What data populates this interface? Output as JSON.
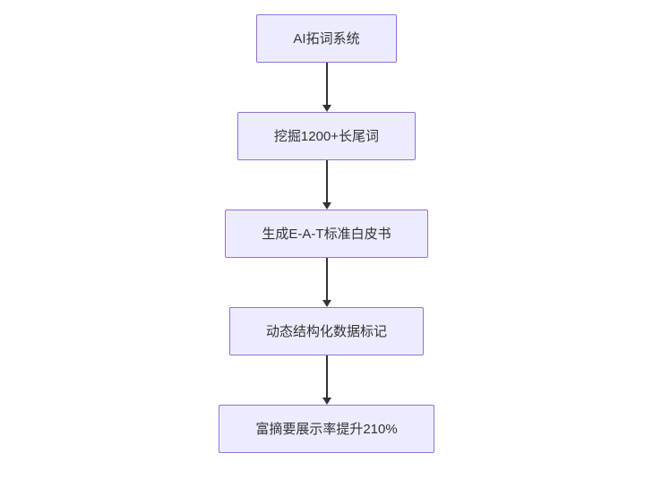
{
  "flowchart": {
    "direction": "top-down",
    "nodes": [
      {
        "label": "AI拓词系统"
      },
      {
        "label": "挖掘1200+长尾词"
      },
      {
        "label": "生成E-A-T标准白皮书"
      },
      {
        "label": "动态结构化数据标记"
      },
      {
        "label": "富摘要展示率提升210%"
      }
    ],
    "edges": [
      {
        "from": 0,
        "to": 1
      },
      {
        "from": 1,
        "to": 2
      },
      {
        "from": 2,
        "to": 3
      },
      {
        "from": 3,
        "to": 4
      }
    ]
  },
  "colors": {
    "page_bg": "#ffffff",
    "node_fill": "#ECECFF",
    "node_border": "#9370DB",
    "arrow": "#333333",
    "text": "#333333"
  }
}
